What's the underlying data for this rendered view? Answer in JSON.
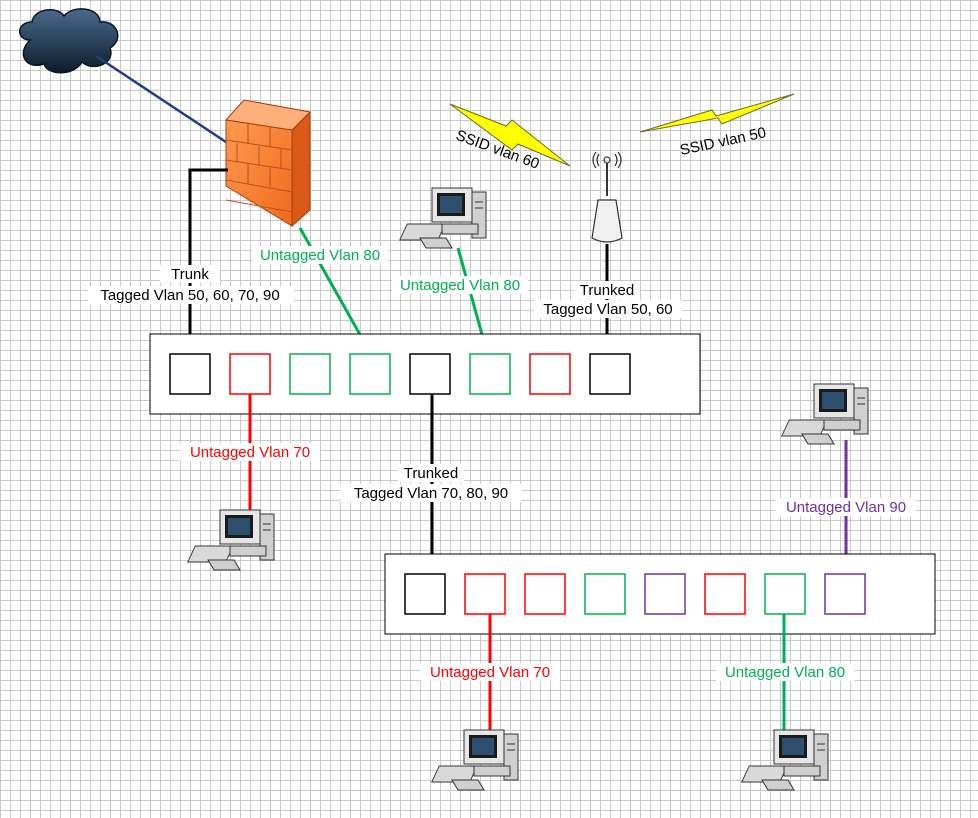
{
  "colors": {
    "trunk": "#000000",
    "vlan70": "#ff0000",
    "vlan80": "#00b050",
    "vlan90": "#7030a0",
    "uplink": "#1f3f7f",
    "signal": "#ffff00"
  },
  "icons": {
    "cloud": "internet-cloud-icon",
    "firewall": "brick-firewall-icon",
    "access_point": "wireless-access-point-icon",
    "workstation": "desktop-computer-icon",
    "wireless": "lightning-signal-icon"
  },
  "labels": {
    "trunk_title": "Trunk",
    "trunk_tags": "Tagged Vlan 50, 60, 70, 90",
    "fw_untagged": "Untagged Vlan 80",
    "pc_top_untagged": "Untagged Vlan 80",
    "ap_trunk_title": "Trunked",
    "ap_trunk_tags": "Tagged Vlan 50, 60",
    "ssid_60": "SSID vlan 60",
    "ssid_50": "SSID vlan 50",
    "pc_left_untagged": "Untagged Vlan 70",
    "interswitch_title": "Trunked",
    "interswitch_tags": "Tagged Vlan 70, 80, 90",
    "pc_right_untagged": "Untagged Vlan 90",
    "pc_bottom_left_untagged": "Untagged Vlan 70",
    "pc_bottom_right_untagged": "Untagged Vlan 80"
  }
}
